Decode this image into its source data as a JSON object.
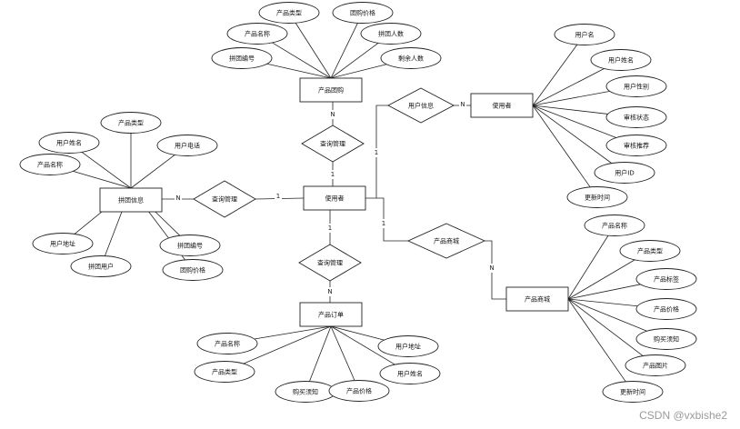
{
  "entities": {
    "group_buy": "产品团购",
    "user": "使用者",
    "group_info": "拼团信息",
    "order": "产品订单",
    "mall": "产品商城",
    "user_info": "使用者"
  },
  "relations": {
    "rel_groupbuy_user": "查询管理",
    "rel_userinfo": "用户信息",
    "rel_groupinfo_user": "查询管理",
    "rel_order_user": "查询管理",
    "rel_mall": "产品商城"
  },
  "cardinalities": {
    "groupbuy_N": "N",
    "groupbuy_1": "1",
    "groupinfo_N": "N",
    "groupinfo_1": "1",
    "order_1": "1",
    "order_N": "N",
    "userinfo_1": "1",
    "userinfo_N": "N",
    "mall_1": "1",
    "mall_N": "N"
  },
  "attributes": {
    "group_buy": [
      "产品类型",
      "团购价格",
      "产品名称",
      "拼团人数",
      "拼团编号",
      "剩余人数"
    ],
    "group_info": [
      "产品类型",
      "用户姓名",
      "用户电话",
      "产品名称",
      "用户地址",
      "拼团编号",
      "拼团用户",
      "团购价格"
    ],
    "order": [
      "产品名称",
      "用户地址",
      "产品类型",
      "用户姓名",
      "购买须知",
      "产品价格"
    ],
    "user_info": [
      "用户名",
      "用户姓名",
      "用户性别",
      "审核状态",
      "审核推荐",
      "用户ID",
      "更新时间"
    ],
    "mall": [
      "产品名称",
      "产品类型",
      "产品标签",
      "产品价格",
      "购买须知",
      "产品图片",
      "更新时间"
    ]
  },
  "watermark": "CSDN @vxbishe2"
}
